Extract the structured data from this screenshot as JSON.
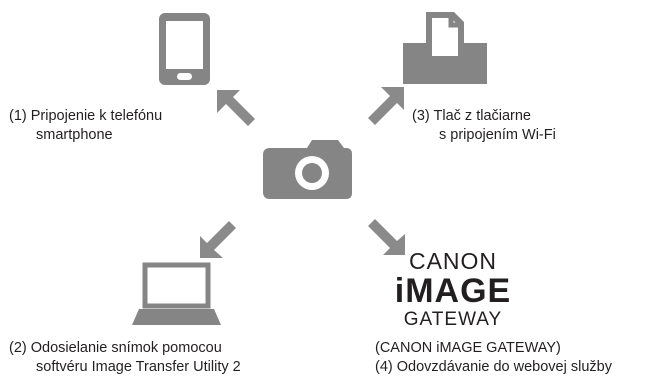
{
  "colors": {
    "icon_gray": "#858585",
    "arrow_gray": "#8a8a8a",
    "text": "#231f20"
  },
  "center_device": {
    "icon": "camera-icon"
  },
  "nodes": [
    {
      "id": "smartphone",
      "icon": "smartphone-icon",
      "lines": [
        "(1) Pripojenie k telefónu",
        "smartphone"
      ]
    },
    {
      "id": "computer",
      "icon": "laptop-icon",
      "lines": [
        "(2) Odosielanie snímok pomocou",
        "softvéru Image Transfer Utility 2"
      ]
    },
    {
      "id": "printer",
      "icon": "printer-icon",
      "lines": [
        "(3) Tlač z tlačiarne",
        "s pripojením Wi-Fi"
      ]
    },
    {
      "id": "web-service",
      "icon": "canon-image-gateway-logo",
      "logo_lines": [
        "CANON",
        "iMAGE",
        "GATEWAY"
      ],
      "lines": [
        "(CANON iMAGE GATEWAY)",
        "(4) Odovzdávanie do webovej služby"
      ]
    }
  ]
}
